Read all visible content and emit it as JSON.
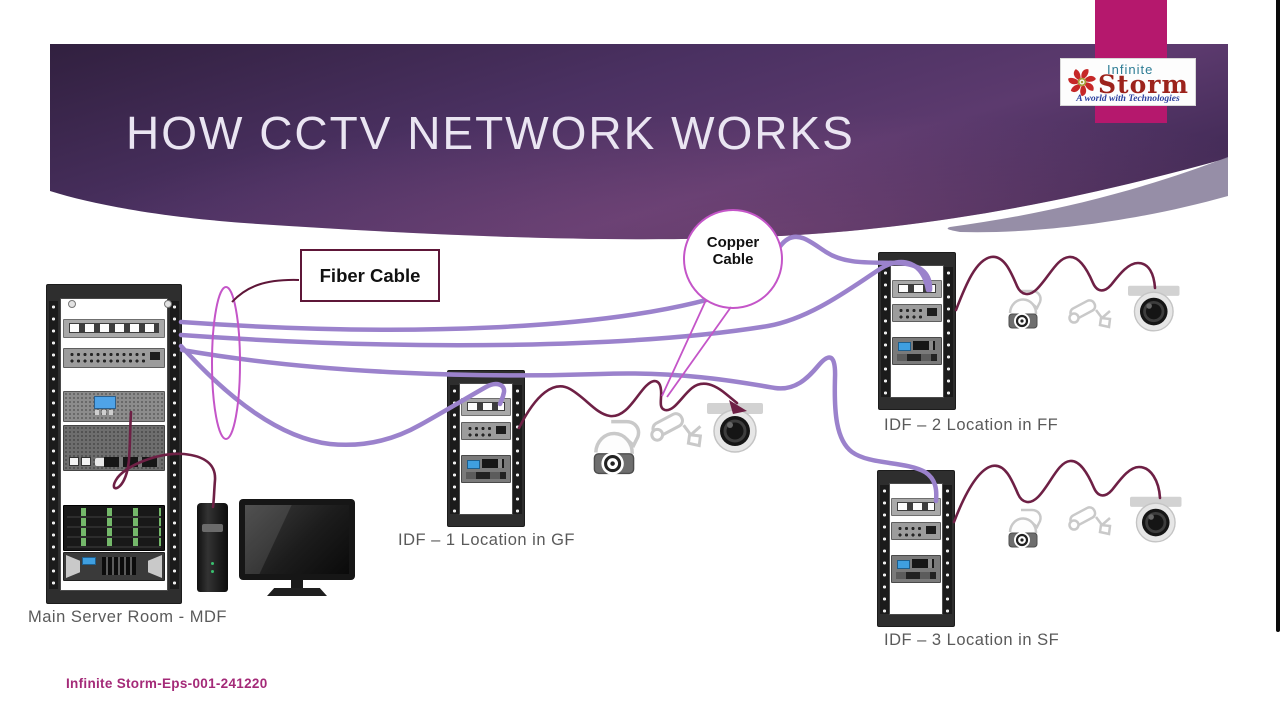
{
  "slide": {
    "title": "HOW CCTV NETWORK WORKS",
    "footer": "Infinite Storm-Eps-001-241220"
  },
  "logo": {
    "brand_top": "Infinite",
    "brand_bottom": "Storm",
    "tagline": "A world with Technologies"
  },
  "callouts": {
    "fiber_label": "Fiber Cable",
    "copper_label_line1": "Copper",
    "copper_label_line2": "Cable"
  },
  "nodes": {
    "mdf": {
      "label": "Main Server Room - MDF"
    },
    "idf1": {
      "label": "IDF – 1 Location in GF"
    },
    "idf2": {
      "label": "IDF – 2 Location in FF"
    },
    "idf3": {
      "label": "IDF – 3 Location in SF"
    }
  },
  "colors": {
    "header_dark_purple": "#4b3162",
    "accent_bar_magenta": "#b5186d",
    "fiber_cable": "#9b82cc",
    "copper_cable": "#6e2045",
    "callout_magenta": "#c455c8",
    "label_gray": "#5a5a5a",
    "footer_magenta": "#a42a78",
    "logo_red": "#9c231c",
    "logo_teal": "#2e7d95",
    "logo_blue": "#2b3f9e"
  }
}
